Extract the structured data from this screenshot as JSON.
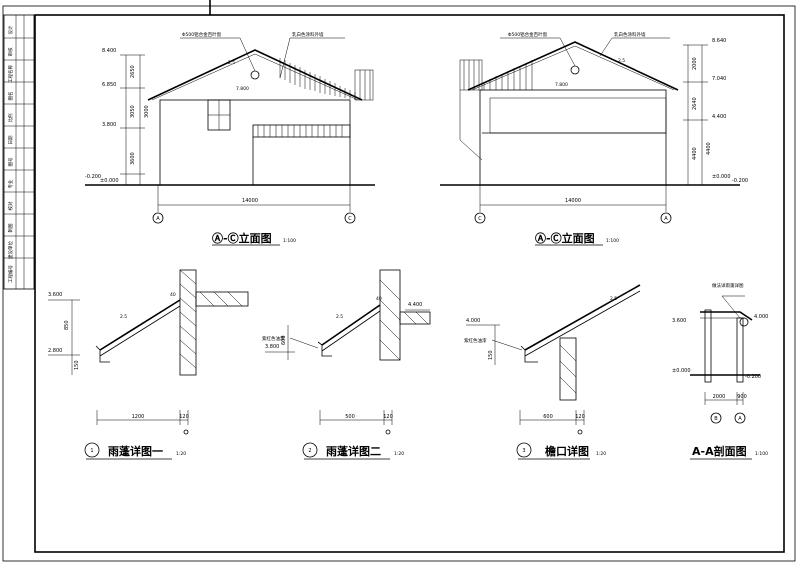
{
  "elevation_left": {
    "title": "Ⓐ-Ⓒ立面图",
    "scale": "1:100",
    "levels": [
      "8.400",
      "6.850",
      "3.800",
      "-0.200",
      "±0.000"
    ],
    "dims": [
      "2650",
      "3050",
      "3000",
      "3600"
    ],
    "callout_vent": "Φ500铝合金百叶窗",
    "callout_paint": "乳白色涂料外墙",
    "slope": "2.5",
    "eave_level": "7.800",
    "width_dim": "14000",
    "axis_left": "A",
    "axis_right": "C"
  },
  "elevation_right": {
    "title": "Ⓐ-Ⓒ立面图",
    "scale": "1:100",
    "levels": [
      "8.640",
      "7.040",
      "4.400",
      "±0.000",
      "-0.200"
    ],
    "dims": [
      "2000",
      "2640",
      "4400",
      "4400"
    ],
    "callout_vent": "Φ500铝合金百叶窗",
    "callout_paint": "乳白色涂料外墙",
    "slope": "2.5",
    "eave_level": "7.800",
    "width_dim": "14000",
    "axis_left": "C",
    "axis_right": "A"
  },
  "detail1": {
    "num": "1",
    "title": "雨蓬详图一",
    "scale": "1:20",
    "levels": [
      "3.600",
      "2.800"
    ],
    "dims": [
      "850",
      "150",
      "1200",
      "120"
    ],
    "slope": "2.5",
    "thick": "40"
  },
  "detail2": {
    "num": "2",
    "title": "雨蓬详图二",
    "scale": "1:20",
    "levels": [
      "4.400",
      "3.800"
    ],
    "label_paint": "紫红色油漆",
    "dims": [
      "600",
      "500",
      "120"
    ],
    "slope": "2.5",
    "thick": "40"
  },
  "detail3": {
    "num": "3",
    "title": "檐口详图",
    "scale": "1:20",
    "levels": [
      "4.000"
    ],
    "label_paint": "紫红色油漆",
    "dims": [
      "150",
      "600",
      "120"
    ],
    "slope": "2.5"
  },
  "section": {
    "title": "A-A剖面图",
    "scale": "1:100",
    "callout": "做法详雨蓬详图",
    "levels": [
      "3.600",
      "4.000",
      "±0.000",
      "-0.200"
    ],
    "dims": [
      "2000",
      "900"
    ],
    "axis_left": "B",
    "axis_right": "A"
  },
  "title_block": {
    "cells": [
      "设计",
      "审核",
      "工程名称",
      "图名",
      "比例",
      "日期",
      "图号",
      "专业",
      "校对",
      "制图",
      "建设单位",
      "工程编号"
    ]
  }
}
